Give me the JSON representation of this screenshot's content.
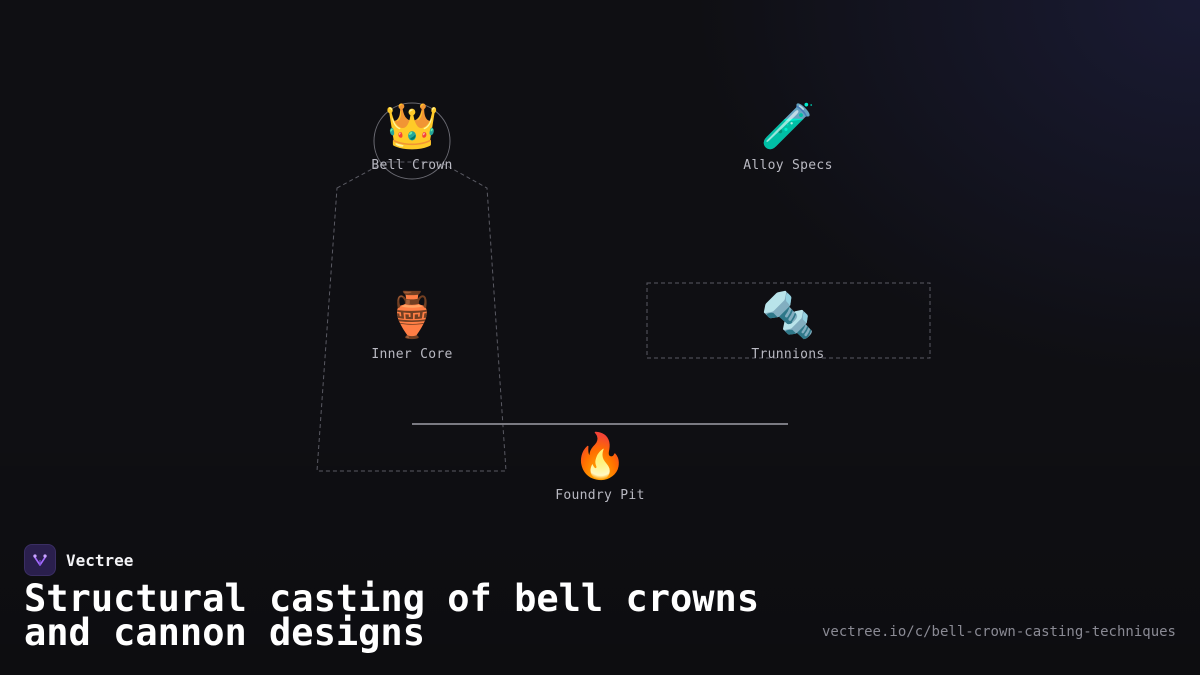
{
  "diagram": {
    "nodes": [
      {
        "id": "bell-crown",
        "label": "Bell Crown",
        "icon": "crown-icon",
        "glyph": "👑"
      },
      {
        "id": "alloy-specs",
        "label": "Alloy Specs",
        "icon": "test-tube-icon",
        "glyph": "🧪"
      },
      {
        "id": "inner-core",
        "label": "Inner Core",
        "icon": "amphora-icon",
        "glyph": "🏺"
      },
      {
        "id": "trunnions",
        "label": "Trunnions",
        "icon": "nut-and-bolt-icon",
        "glyph": "🔩"
      },
      {
        "id": "foundry-pit",
        "label": "Foundry Pit",
        "icon": "fire-icon",
        "glyph": "🔥"
      }
    ]
  },
  "brand": {
    "name": "Vectree",
    "logo_color": "#2a1f4d",
    "accent": "#a56bff"
  },
  "footer": {
    "title_line1": "Structural casting of bell crowns",
    "title_line2": "and cannon designs",
    "url": "vectree.io/c/bell-crown-casting-techniques"
  }
}
